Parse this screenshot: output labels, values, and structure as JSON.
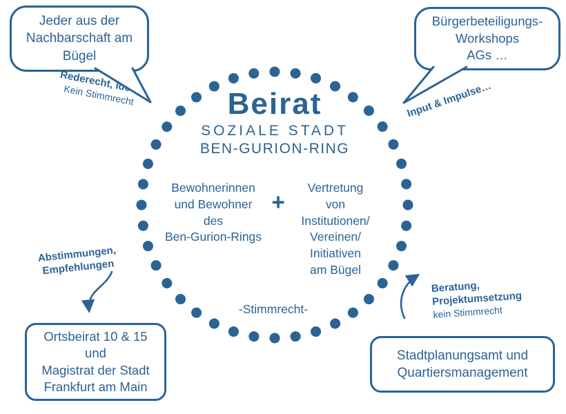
{
  "colors": {
    "blue": "#2b6394"
  },
  "center": {
    "title": "Beirat",
    "subtitle1": "SOZIALE STADT",
    "subtitle2": "BEN-GURION-RING",
    "left_group": "Bewohnerinnen\nund Bewohner\ndes\nBen-Gurion-Rings",
    "plus": "+",
    "right_group": "Vertretung\nvon\nInstitutionen/\nVereinen/\nInitiativen\nam Bügel",
    "voting": "-Stimmrecht-"
  },
  "bubbles": {
    "top_left": {
      "text": "Jeder aus der\nNachbarschaft am\nBügel"
    },
    "top_right": {
      "text": "Bürgerbeteiligungs-\nWorkshops\nAGs …"
    }
  },
  "boxes": {
    "bottom_left": {
      "text": "Ortsbeirat 10 & 15\nund\nMagistrat der Stadt\nFrankfurt am Main"
    },
    "bottom_right": {
      "text": "Stadtplanungsamt und\nQuartiersmanagement"
    }
  },
  "annotations": {
    "top_left": {
      "line1": "Rederecht, Ideen",
      "line2": "Kein Stimmrecht"
    },
    "top_right": {
      "line1": "Input & Impulse…"
    },
    "bottom_left": {
      "line1": "Abstimmungen,",
      "line2": "Empfehlungen"
    },
    "bottom_right": {
      "line1": "Beratung,",
      "line2": "Projektumsetzung",
      "line3": "kein Stimmrecht"
    }
  }
}
